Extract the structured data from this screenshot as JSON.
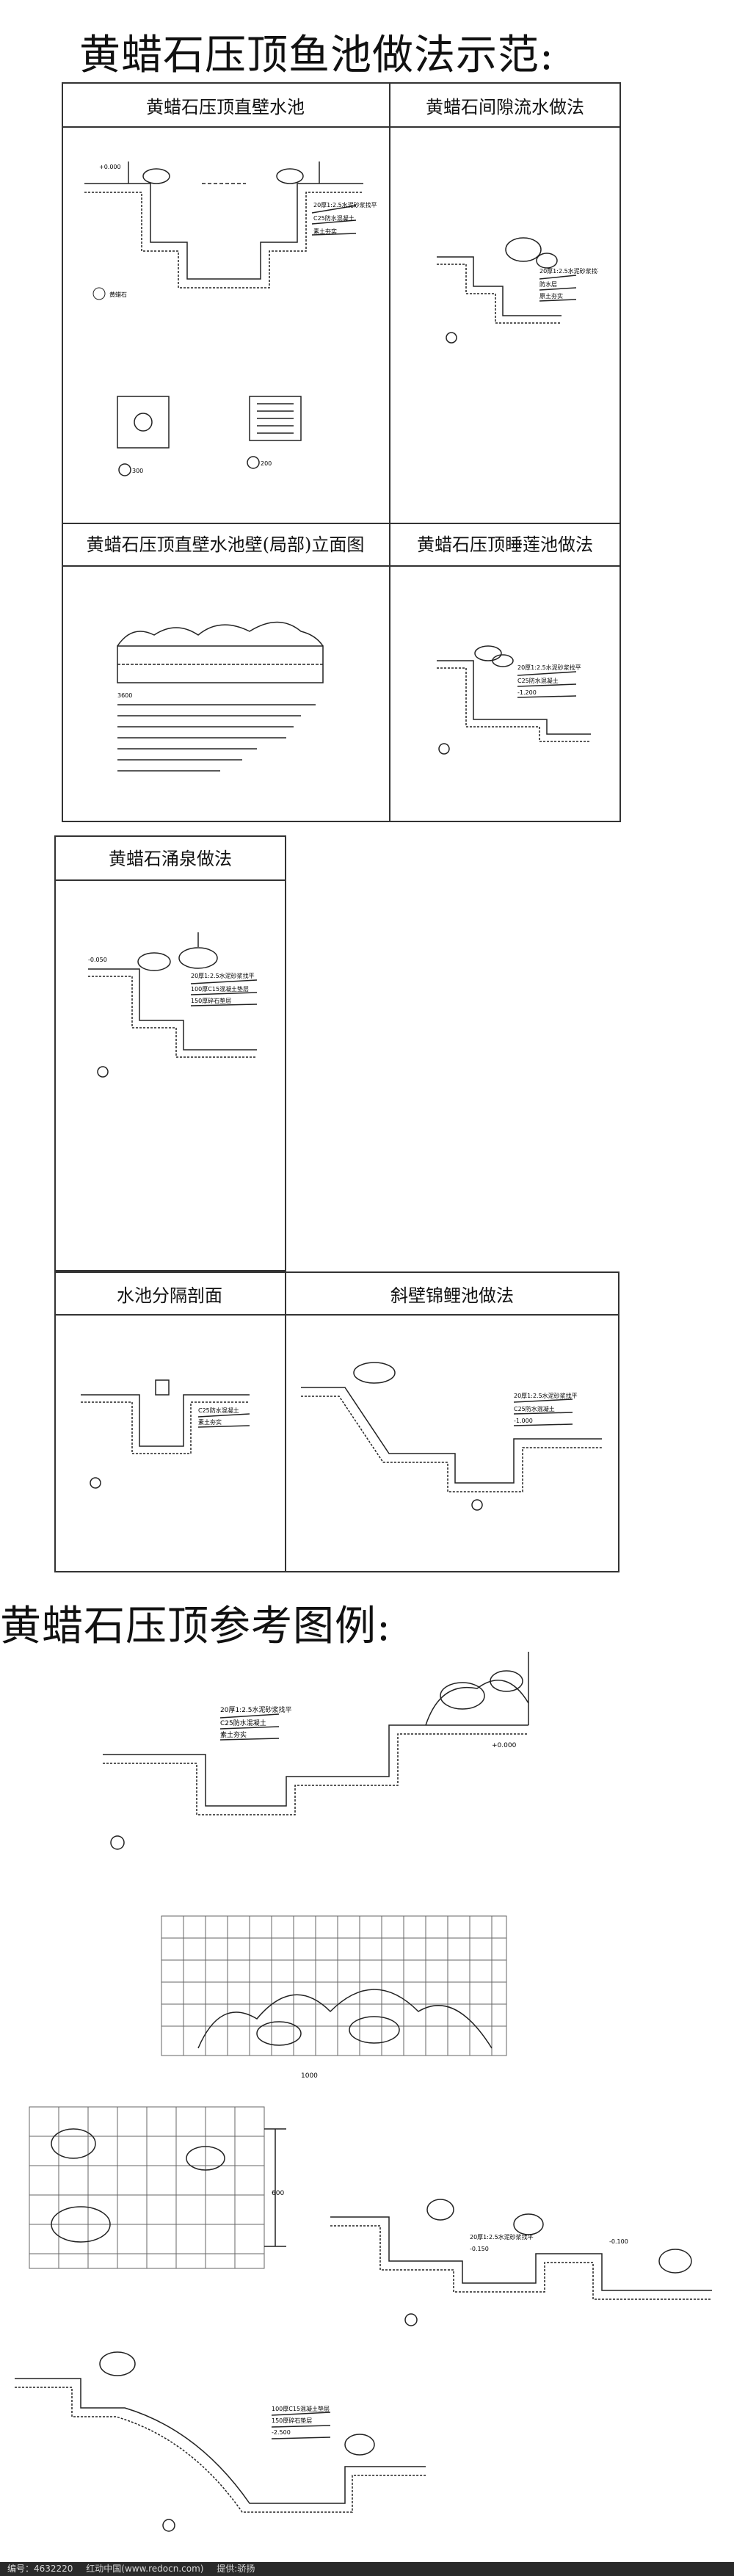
{
  "page": {
    "main_title": "黄蜡石压顶鱼池做法示范:",
    "reference_title": "黄蜡石压顶参考图例:"
  },
  "grid1": {
    "cells": [
      "黄蜡石压顶直壁水池",
      "黄蜡石间隙流水做法",
      "黄蜡石压顶直壁水池壁(局部)立面图",
      "黄蜡石压顶睡莲池做法"
    ]
  },
  "grid2": {
    "cells": [
      "黄蜡石涌泉做法",
      "水池分隔剖面",
      "斜壁锦鲤池做法"
    ]
  },
  "drawing_labels": {
    "dim_200": "200",
    "dim_300": "300",
    "dim_3600": "3600",
    "dim_1000": "1000",
    "dim_600": "600",
    "level_a": "-0.050",
    "level_b": "-0.150",
    "level_c": "-2.500",
    "level_d": "-1.000",
    "level_e": "-0.100",
    "level_f": "+0.000",
    "level_g": "-1.200",
    "note_a": "20厚1:2.5水泥砂浆找平",
    "note_b": "C25防水混凝土",
    "note_c": "素土夯实",
    "note_d": "黄蜡石",
    "note_e": "100厚C15混凝土垫层",
    "note_f": "150厚碎石垫层",
    "note_g": "防水层",
    "note_h": "原土夯实"
  },
  "footer": {
    "id_label": "编号：4632220",
    "site": "红动中国(www.redocn.com)",
    "author": "提供:骄扬"
  }
}
